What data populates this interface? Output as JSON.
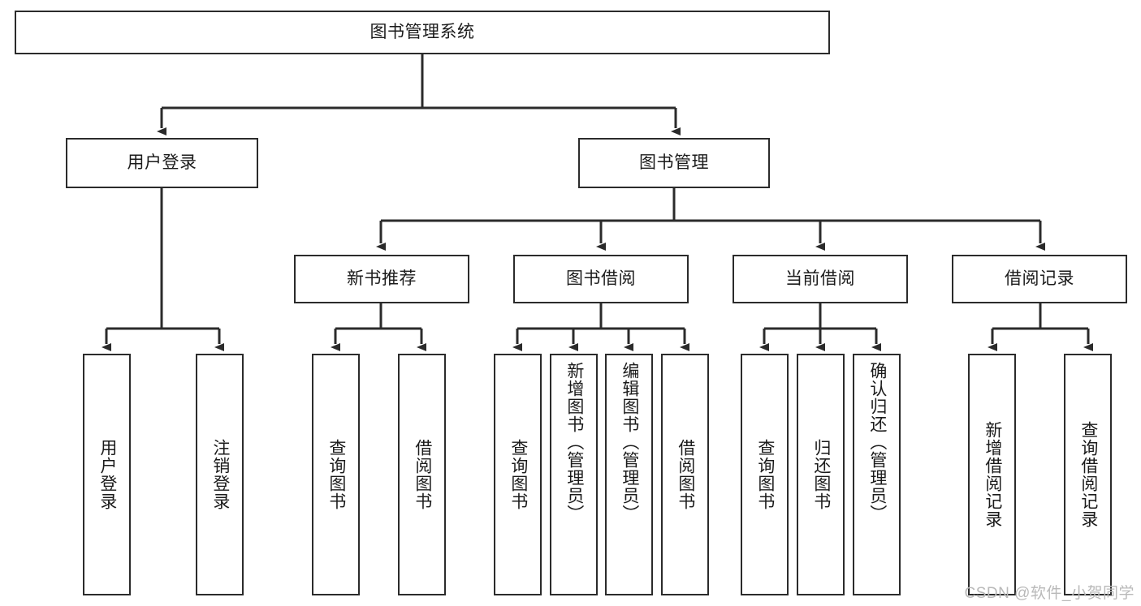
{
  "diagram": {
    "title": "图书管理系统",
    "type": "tree-hierarchy-diagram",
    "root": {
      "id": "root",
      "label": "图书管理系统"
    },
    "level1": [
      {
        "id": "user-login",
        "label": "用户登录"
      },
      {
        "id": "book-management",
        "label": "图书管理"
      }
    ],
    "level2": [
      {
        "id": "new-book-recommend",
        "label": "新书推荐",
        "parent": "book-management"
      },
      {
        "id": "book-borrow",
        "label": "图书借阅",
        "parent": "book-management"
      },
      {
        "id": "current-borrow",
        "label": "当前借阅",
        "parent": "book-management"
      },
      {
        "id": "borrow-record",
        "label": "借阅记录",
        "parent": "book-management"
      }
    ],
    "leaves": {
      "user-login": [
        {
          "id": "leaf-user-login",
          "label": "用户登录"
        },
        {
          "id": "leaf-logout-login",
          "label": "注销登录"
        }
      ],
      "new-book-recommend": [
        {
          "id": "leaf-query-book-1",
          "label": "查询图书"
        },
        {
          "id": "leaf-borrow-book-1",
          "label": "借阅图书"
        }
      ],
      "book-borrow": [
        {
          "id": "leaf-query-book-2",
          "label": "查询图书"
        },
        {
          "id": "leaf-add-book",
          "label": "新增图书（管理员）"
        },
        {
          "id": "leaf-edit-book",
          "label": "编辑图书（管理员）"
        },
        {
          "id": "leaf-borrow-book-2",
          "label": "借阅图书"
        }
      ],
      "current-borrow": [
        {
          "id": "leaf-query-book-3",
          "label": "查询图书"
        },
        {
          "id": "leaf-return-book",
          "label": "归还图书"
        },
        {
          "id": "leaf-confirm-return",
          "label": "确认归还（管理员）"
        }
      ],
      "borrow-record": [
        {
          "id": "leaf-add-record",
          "label": "新增借阅记录"
        },
        {
          "id": "leaf-query-record",
          "label": "查询借阅记录"
        }
      ]
    },
    "colors": {
      "stroke": "#2b2b2b",
      "fill": "#ffffff",
      "text": "#1b1b1b",
      "watermark": "#b9b9b9"
    }
  },
  "watermark": {
    "text": "CSDN @软件_小贺同学"
  }
}
